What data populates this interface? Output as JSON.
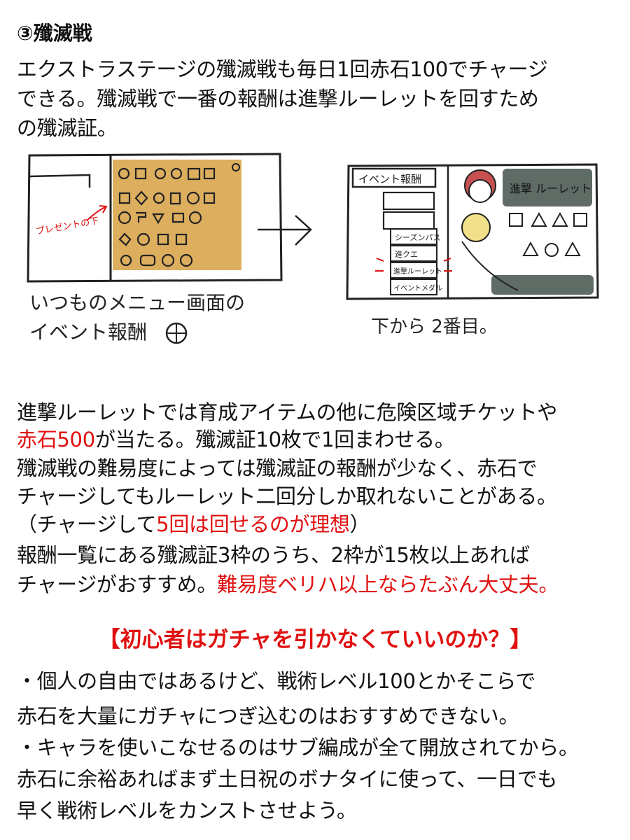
{
  "section": {
    "title": "③殲滅戦",
    "intro_lines": [
      "エクストラステージの殲滅戦も毎日1回赤石100でチャージ",
      "できる。殲滅戦で一番の報酬は進撃ルーレットを回すため",
      "の殲滅証。"
    ]
  },
  "sketch_left": {
    "present_note": "プレゼントの下",
    "caption_lines": [
      "いつものメニュー画面の",
      "イベント報酬"
    ]
  },
  "sketch_right": {
    "list_header": "イベント報酬",
    "items": [
      "シーズンパス",
      "進クエ",
      "進撃ルーレット",
      "イベントメダル"
    ],
    "banner": "進撃 ルーレット",
    "caption": "下から 2番目。"
  },
  "paragraph": {
    "line1": "進撃ルーレットでは育成アイテムの他に危険区域チケットや",
    "line2_red": "赤石500",
    "line2_rest": "が当たる。殲滅証10枚で1回まわせる。",
    "line3": "殲滅戦の難易度によっては殲滅証の報酬が少なく、赤石で",
    "line4": "チャージしてもルーレット二回分しか取れないことがある。",
    "line5_open": "（チャージして",
    "line5_red": "5回は回せるのが理想",
    "line5_close": "）",
    "line6": "報酬一覧にある殲滅証3枠のうち、2枠が15枚以上あれば",
    "line7_black": "チャージがおすすめ。",
    "line7_red": "難易度ベリハ以上ならたぶん大丈夫。"
  },
  "faq": {
    "heading": "【初心者はガチャを引かなくていいのか？】",
    "lines": [
      "・個人の自由ではあるけど、戦術レベル100とかそこらで",
      "赤石を大量にガチャにつぎ込むのはおすすめできない。",
      "・キャラを使いこなせるのはサブ編成が全て開放されてから。",
      "赤石に余裕あればまず土日祝のボナタイに使って、一日でも",
      "早く戦術レベルをカンストさせよう。"
    ]
  },
  "colors": {
    "accent_red": "#e01010",
    "sketch_fill": "#dcae5e",
    "banner_fill": "#5f6b65"
  }
}
